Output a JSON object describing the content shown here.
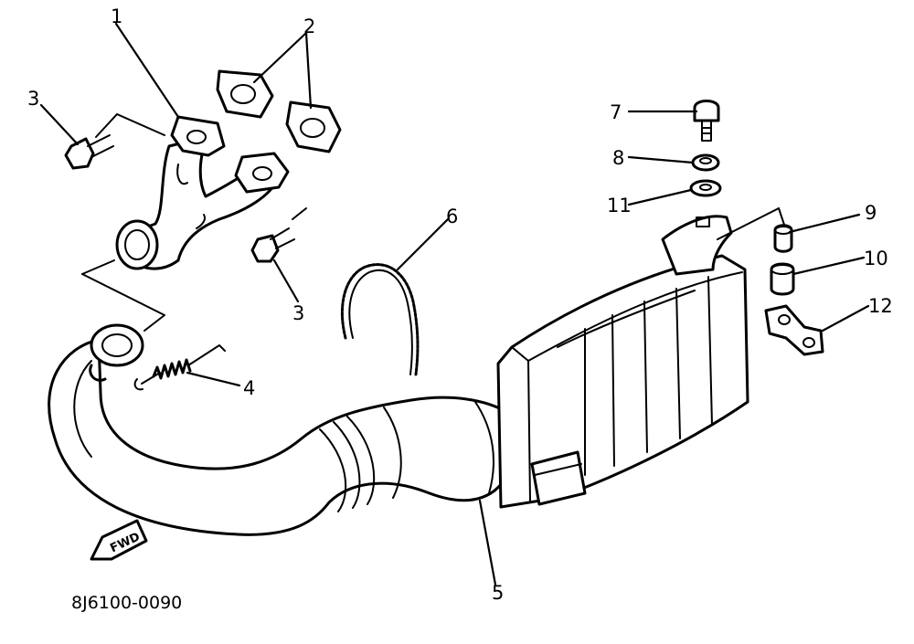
{
  "diagram": {
    "part_labels": [
      "1",
      "2",
      "3",
      "3",
      "4",
      "5",
      "6",
      "7",
      "8",
      "9",
      "10",
      "11",
      "12"
    ],
    "direction_label": "FWD",
    "drawing_code": "8J6100-0090"
  }
}
